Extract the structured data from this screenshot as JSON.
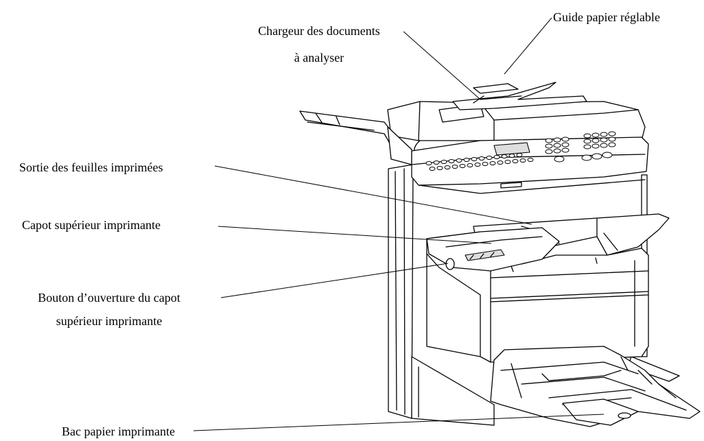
{
  "labels": {
    "guide": "Guide papier réglable",
    "chargeur_line1": "Chargeur des documents",
    "chargeur_line2": "à analyser",
    "sortie": "Sortie des feuilles imprimées",
    "capot": "Capot supérieur imprimante",
    "bouton_line1": "Bouton d’ouverture du capot",
    "bouton_line2": "supérieur imprimante",
    "bac": "Bac papier imprimante"
  }
}
